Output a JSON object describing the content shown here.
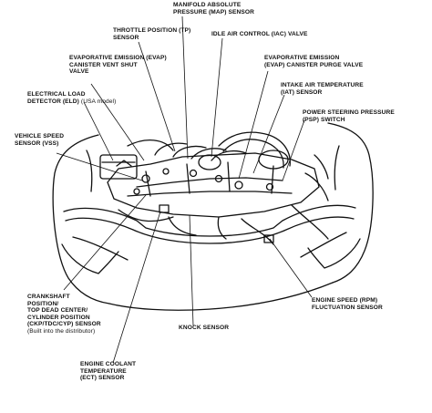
{
  "labels": {
    "map_sensor": [
      "MANIFOLD ABSOLUTE",
      "PRESSURE (MAP) SENSOR"
    ],
    "tp_sensor": [
      "THROTTLE POSITION (TP)",
      "SENSOR"
    ],
    "iac_valve": [
      "IDLE AIR CONTROL (IAC) VALVE"
    ],
    "evap_vent": [
      "EVAPORATIVE EMISSION (EVAP)",
      "CANISTER VENT SHUT",
      "VALVE"
    ],
    "evap_purge": [
      "EVAPORATIVE EMISSION",
      "(EVAP) CANISTER PURGE VALVE"
    ],
    "eld": [
      "ELECTRICAL LOAD",
      "DETECTOR (ELD)"
    ],
    "eld_note": "(USA model)",
    "iat_sensor": [
      "INTAKE AIR TEMPERATURE",
      "(IAT) SENSOR"
    ],
    "psp_switch": [
      "POWER STEERING PRESSURE",
      "(PSP) SWITCH"
    ],
    "vss": [
      "VEHICLE SPEED",
      "SENSOR (VSS)"
    ],
    "ckp_sensor": [
      "CRANKSHAFT",
      "POSITION/",
      "TOP DEAD CENTER/",
      "CYLINDER POSITION",
      "(CKP/TDC/CYP) SENSOR"
    ],
    "ckp_note": "(Built into the distributor)",
    "rpm_sensor": [
      "ENGINE SPEED (RPM)",
      "FLUCTUATION SENSOR"
    ],
    "knock_sensor": [
      "KNOCK SENSOR"
    ],
    "ect_sensor": [
      "ENGINE COOLANT",
      "TEMPERATURE",
      "(ECT) SENSOR"
    ]
  },
  "colors": {
    "ink": "#111111",
    "paper": "#ffffff"
  }
}
